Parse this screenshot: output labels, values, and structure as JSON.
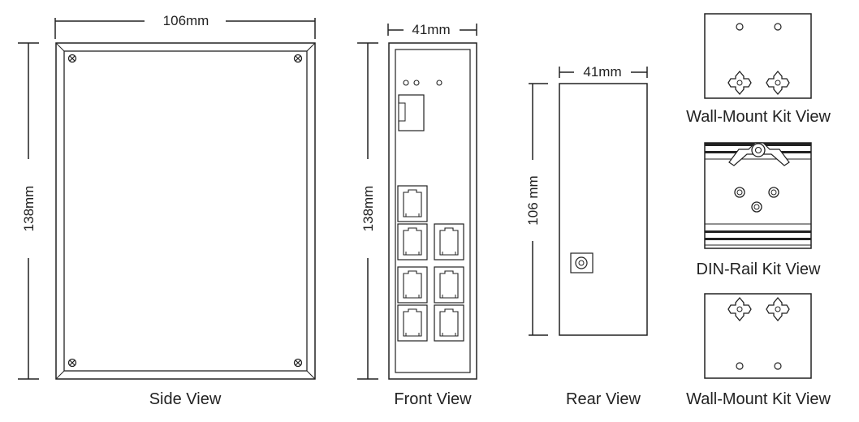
{
  "side_view": {
    "width_dim": "106mm",
    "height_dim": "138mm",
    "caption": "Side View"
  },
  "front_view": {
    "width_dim": "41mm",
    "height_dim": "138mm",
    "caption": "Front View"
  },
  "rear_view": {
    "width_dim": "41mm",
    "height_dim": "106 mm",
    "caption": "Rear View"
  },
  "wall_mount_top": {
    "caption": "Wall-Mount Kit View"
  },
  "din_rail": {
    "caption": "DIN-Rail Kit View"
  },
  "wall_mount_bottom": {
    "caption": "Wall-Mount Kit View"
  }
}
